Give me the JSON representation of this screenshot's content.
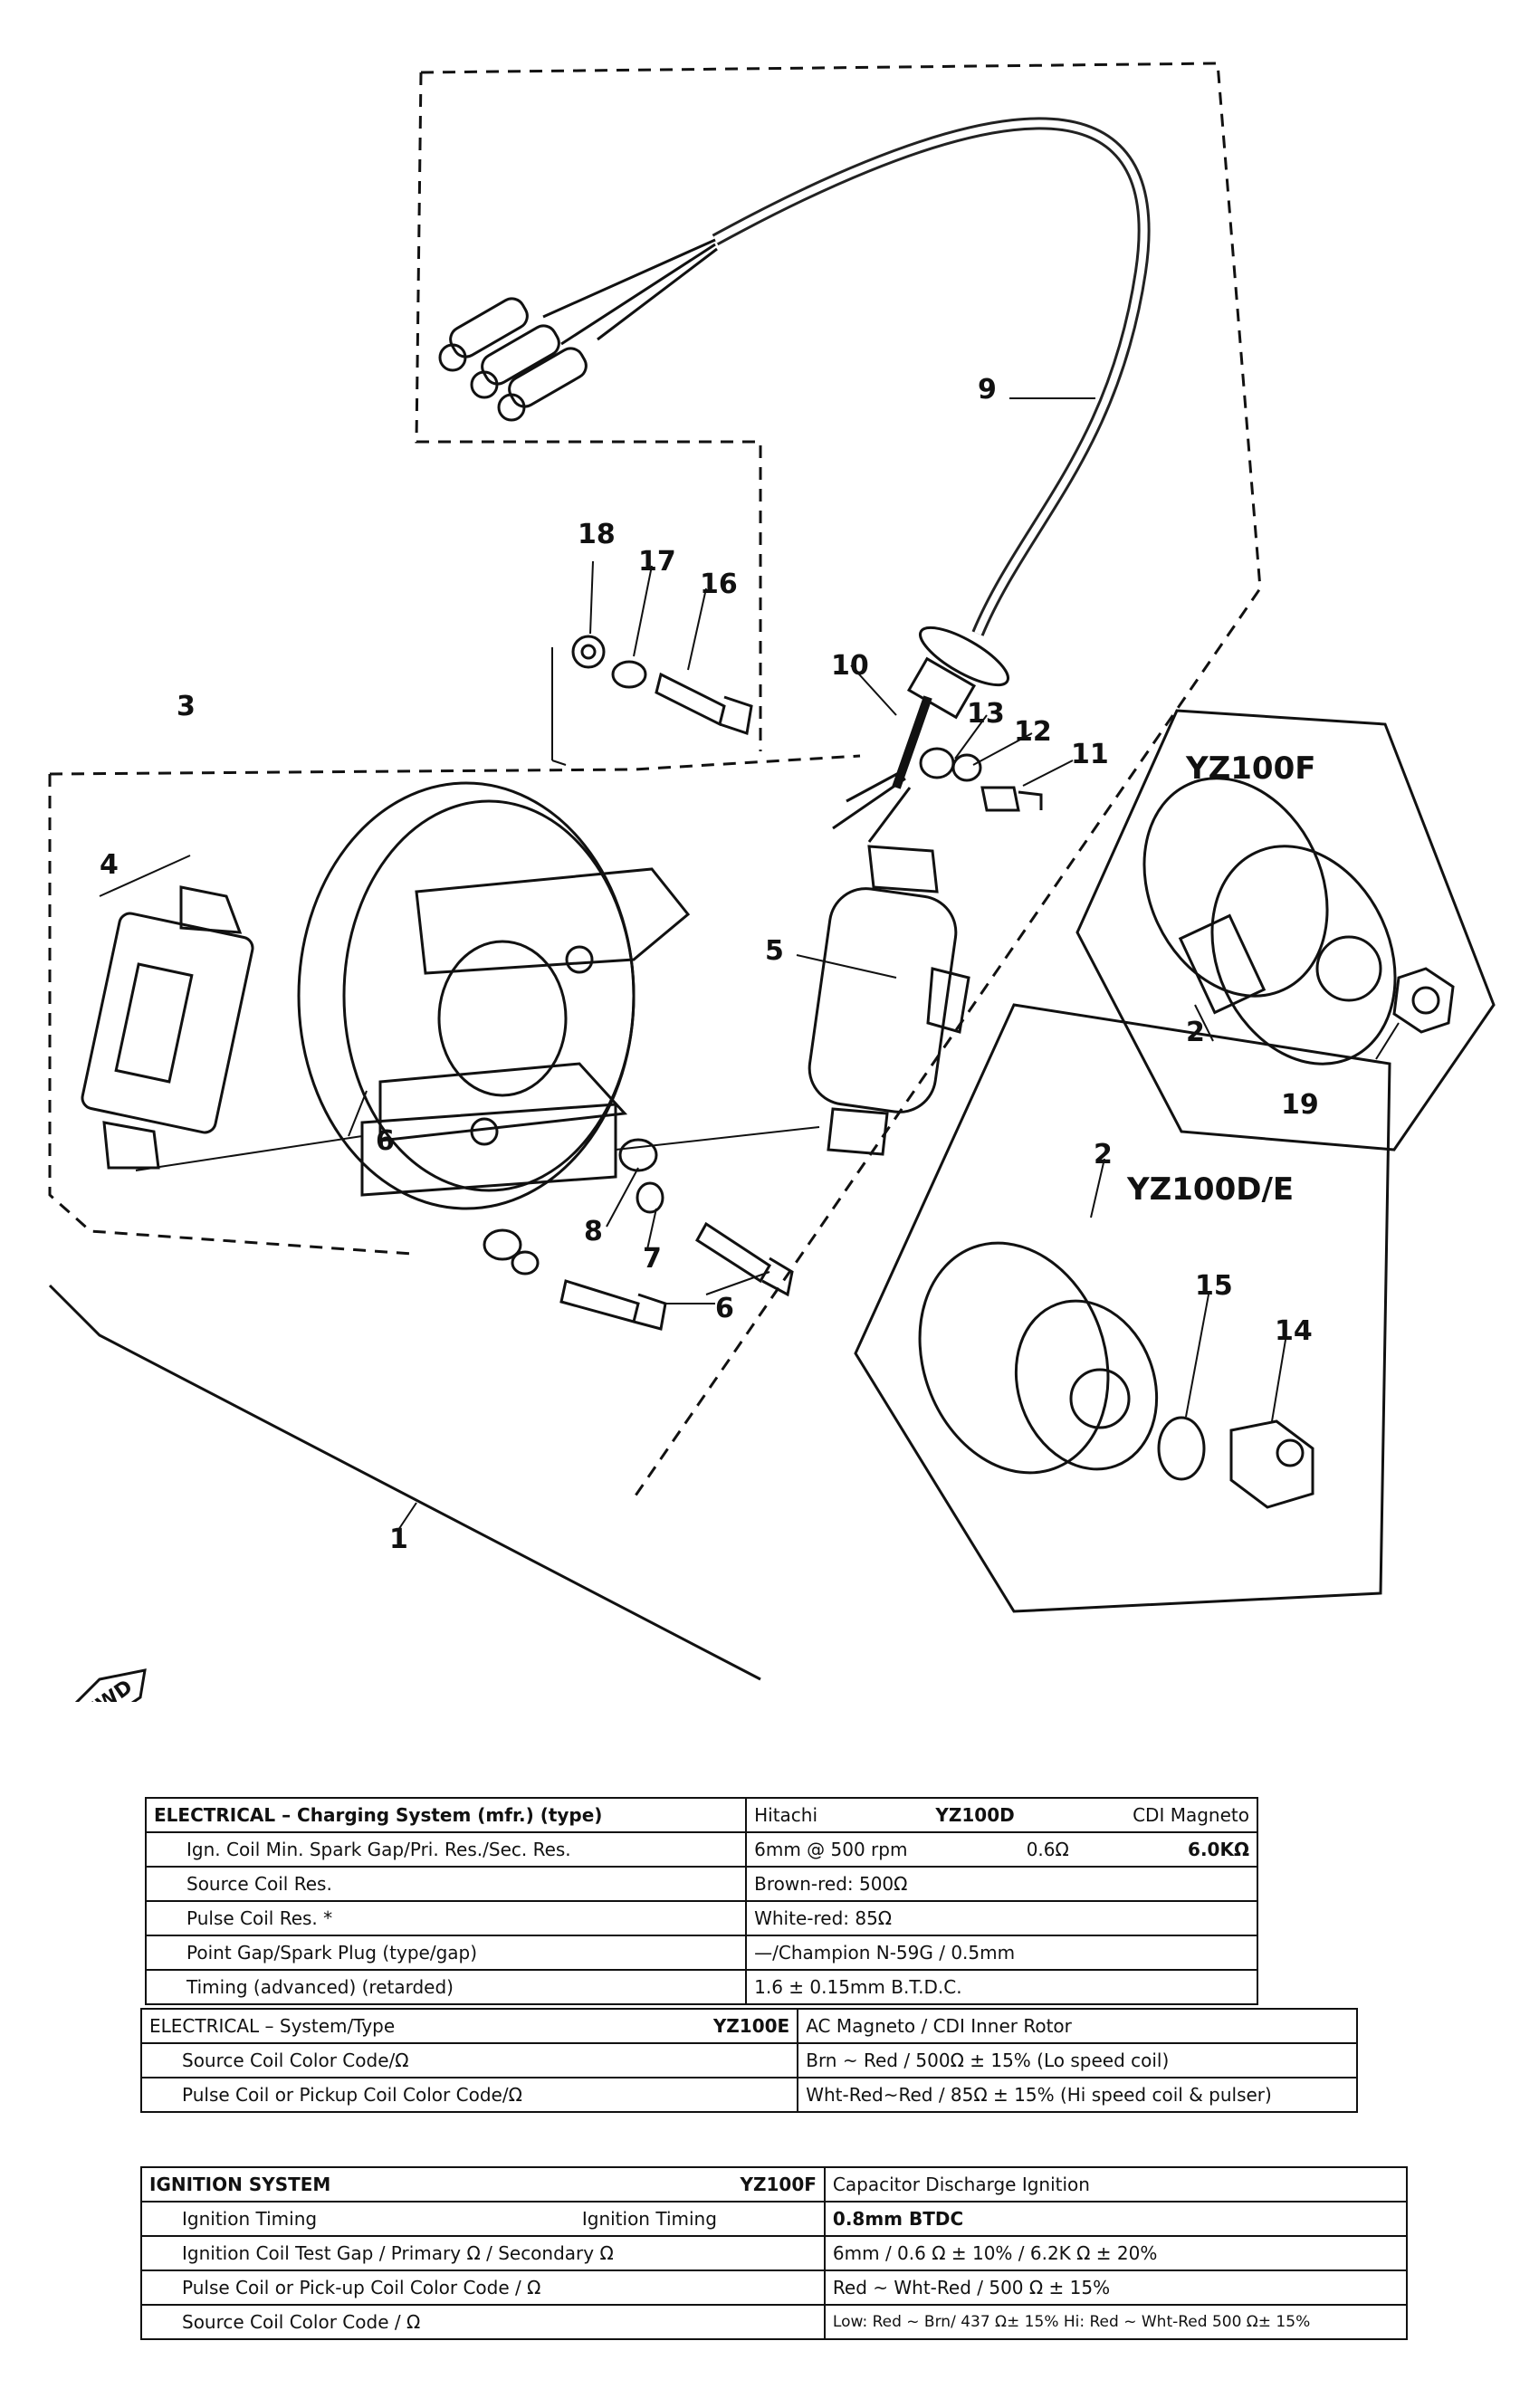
{
  "diagram": {
    "callouts": {
      "c1": "1",
      "c2a": "2",
      "c2b": "2",
      "c3": "3",
      "c4": "4",
      "c5": "5",
      "c6a": "6",
      "c6b": "6",
      "c7": "7",
      "c8": "8",
      "c9": "9",
      "c10": "10",
      "c11": "11",
      "c12": "12",
      "c13": "13",
      "c14": "14",
      "c15": "15",
      "c16": "16",
      "c17": "17",
      "c18": "18",
      "c19": "19"
    },
    "model_f": "YZ100F",
    "model_de": "YZ100D/E",
    "fwd_label": "FWD"
  },
  "table1": {
    "header_label": "ELECTRICAL – Charging System (mfr.) (type)",
    "header_mfr": "Hitachi",
    "header_model": "YZ100D",
    "header_type": "CDI Magneto",
    "rows": [
      {
        "label": "Ign. Coil Min. Spark Gap/Pri. Res./Sec. Res.",
        "v1": "6mm @ 500 rpm",
        "v2": "0.6Ω",
        "v3": "6.0KΩ"
      },
      {
        "label": "Source Coil Res.",
        "value": "Brown-red: 500Ω"
      },
      {
        "label": "Pulse Coil Res. *",
        "value": "White-red: 85Ω"
      },
      {
        "label": "Point Gap/Spark Plug (type/gap)",
        "value": "—/Champion N-59G / 0.5mm"
      },
      {
        "label": "Timing (advanced) (retarded)",
        "value": "1.6 ± 0.15mm B.T.D.C."
      }
    ]
  },
  "table2": {
    "header_label": "ELECTRICAL – System/Type",
    "header_model": "YZ100E",
    "header_value": "AC Magneto / CDI Inner Rotor",
    "rows": [
      {
        "label": "Source Coil Color Code/Ω",
        "value": "Brn ~ Red / 500Ω ± 15% (Lo speed coil)"
      },
      {
        "label": "Pulse Coil or Pickup Coil Color Code/Ω",
        "value": "Wht-Red~Red / 85Ω ± 15% (Hi speed coil & pulser)"
      }
    ]
  },
  "table3": {
    "header_label": "IGNITION SYSTEM",
    "header_model": "YZ100F",
    "header_value": "Capacitor Discharge Ignition",
    "rows": [
      {
        "label_a": "Ignition Timing",
        "label_b": "Ignition Timing",
        "value": "0.8mm BTDC"
      },
      {
        "label": "Ignition Coil Test Gap / Primary Ω / Secondary Ω",
        "value": "6mm / 0.6 Ω ± 10% / 6.2K Ω ± 20%"
      },
      {
        "label": "Pulse Coil or Pick-up Coil Color Code / Ω",
        "value": "Red ~ Wht-Red / 500 Ω ± 15%"
      },
      {
        "label": "Source Coil Color Code / Ω",
        "value": "Low: Red ~ Brn/ 437 Ω± 15% Hi: Red ~ Wht-Red 500 Ω± 15%"
      }
    ]
  }
}
